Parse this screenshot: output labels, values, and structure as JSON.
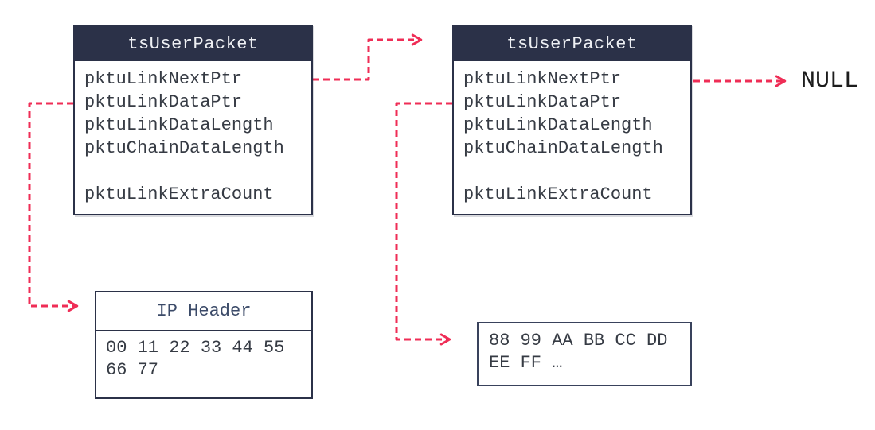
{
  "colors": {
    "accent_arrow": "#ef2d56",
    "header_bg": "#2b3148",
    "header_text": "#eef0f4",
    "box_border": "#2b3148",
    "body_text": "#363b44",
    "ip_title_text": "#3b4a68",
    "null_text": "#1c1c1c"
  },
  "packet1": {
    "title": "tsUserPacket",
    "fields": [
      "pktuLinkNextPtr",
      "pktuLinkDataPtr",
      "pktuLinkDataLength",
      "pktuChainDataLength",
      "pktuLinkExtraCount"
    ]
  },
  "packet2": {
    "title": "tsUserPacket",
    "fields": [
      "pktuLinkNextPtr",
      "pktuLinkDataPtr",
      "pktuLinkDataLength",
      "pktuChainDataLength",
      "pktuLinkExtraCount"
    ]
  },
  "null_label": "NULL",
  "ip_header_box": {
    "title": "IP Header",
    "lines": [
      "00 11 22 33 44 55",
      "66 77"
    ]
  },
  "payload_box": {
    "lines": [
      "88 99 AA BB CC DD",
      "EE FF …"
    ]
  }
}
